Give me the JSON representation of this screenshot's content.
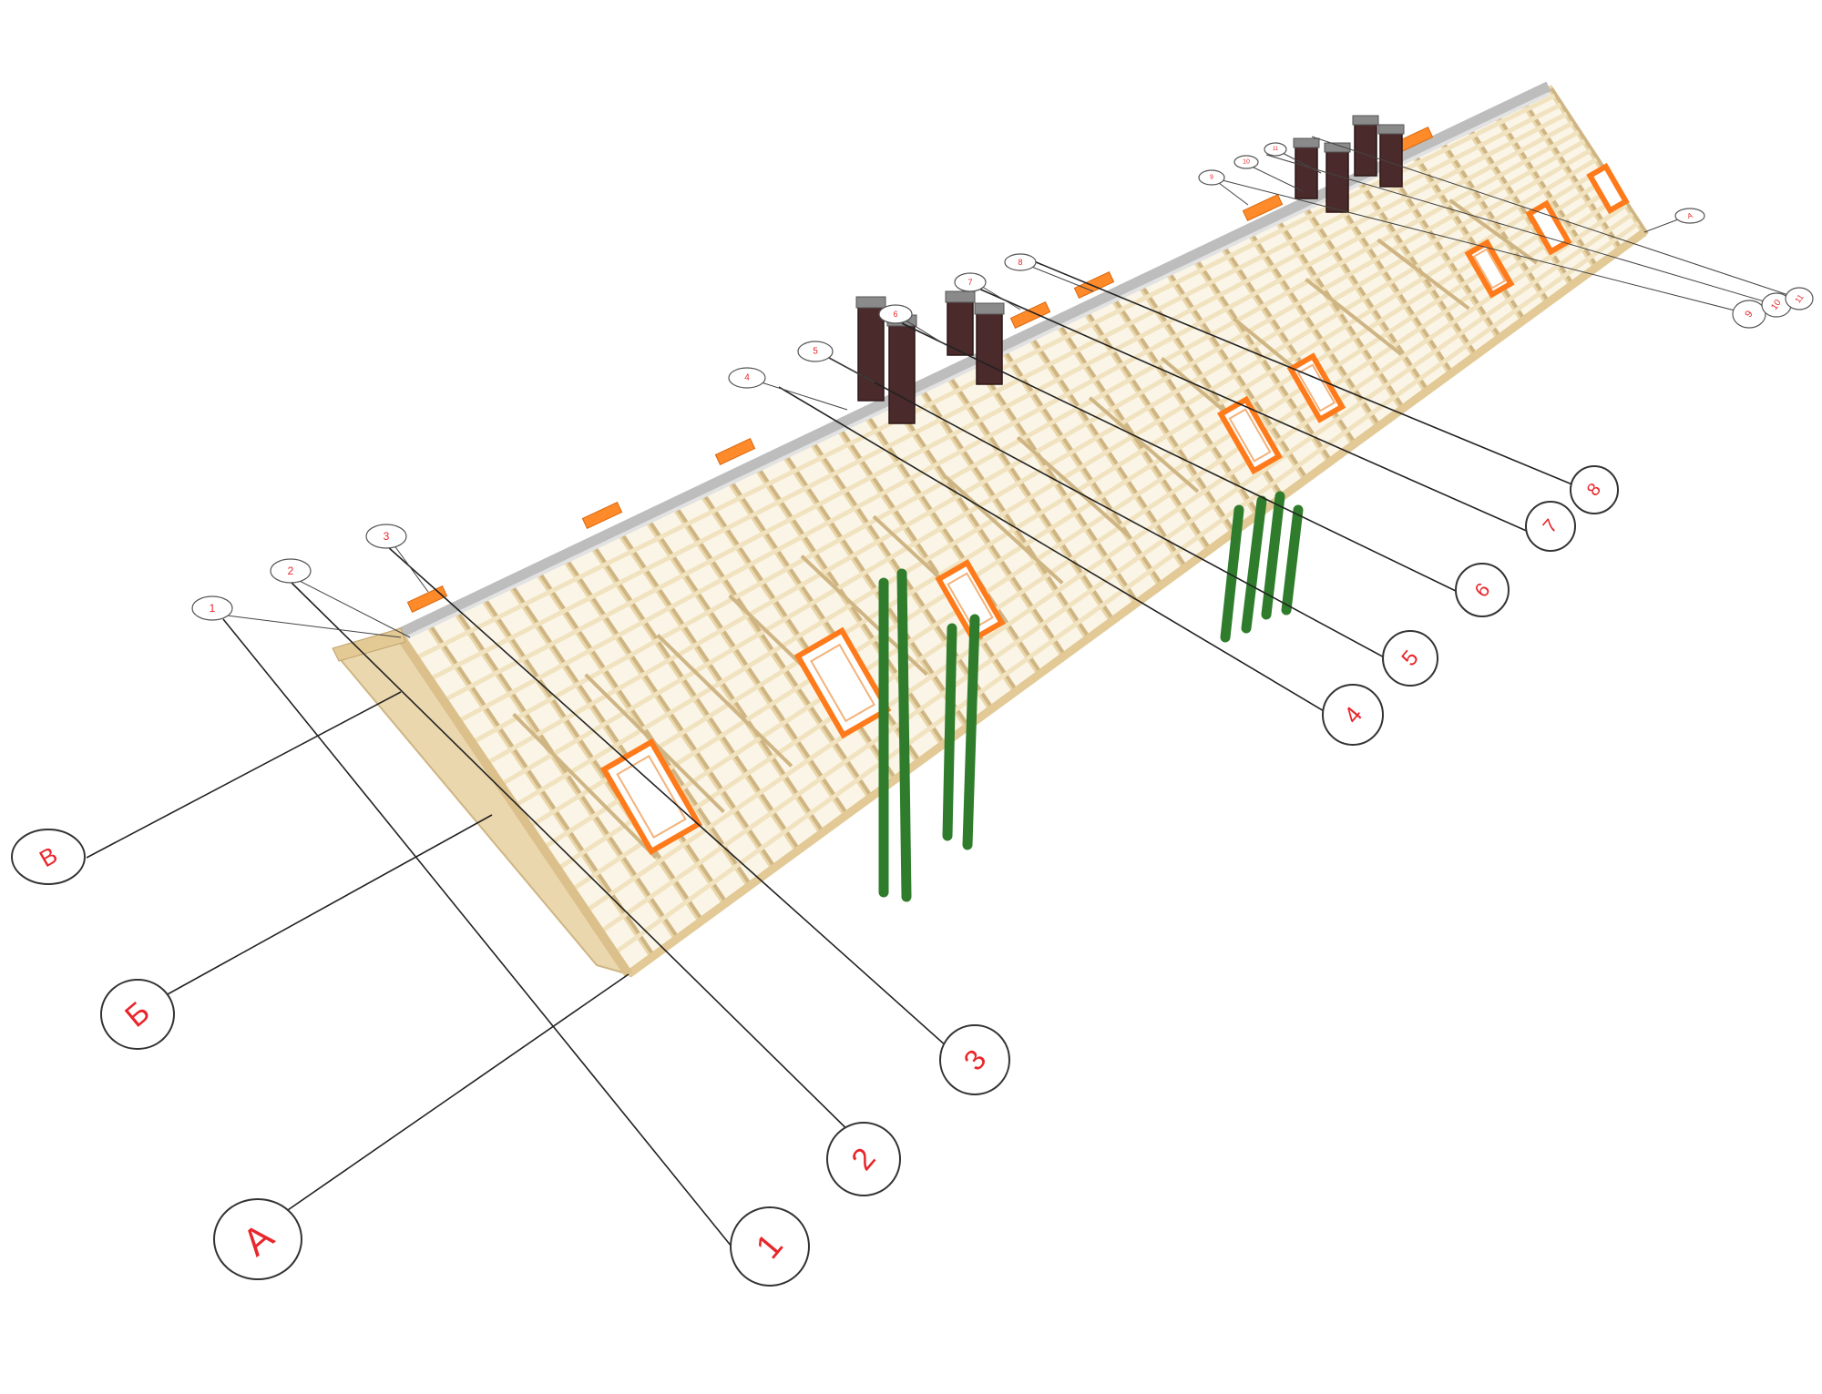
{
  "axes": {
    "letters_left": [
      "А",
      "Б",
      "В"
    ],
    "numbers_front": [
      "1",
      "2",
      "3"
    ],
    "numbers_right": [
      "4",
      "5",
      "6",
      "7",
      "8"
    ],
    "numbers_far_right": [
      "9",
      "10",
      "11"
    ],
    "letter_far": "А"
  },
  "top_markers": [
    "1",
    "2",
    "3",
    "4",
    "5",
    "6",
    "7",
    "8",
    "9",
    "10",
    "11"
  ],
  "colors": {
    "timber": "#e9d6a9",
    "column": "#2f7d2c",
    "window_frame": "#ff7a1a",
    "chimney": "#4a2a2a",
    "label": "#e8262b"
  }
}
